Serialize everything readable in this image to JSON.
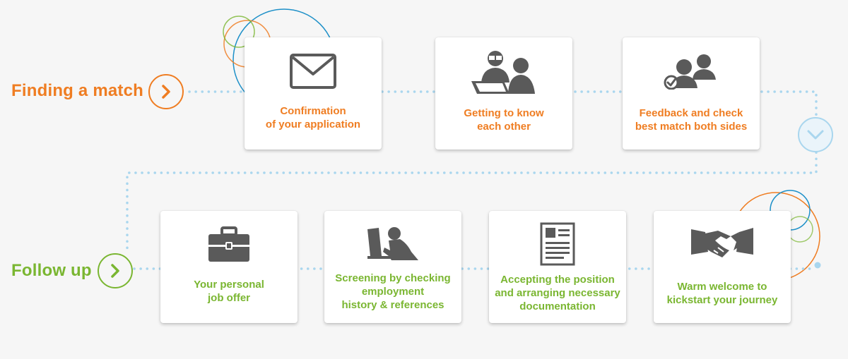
{
  "colors": {
    "orange": "#ef7d22",
    "green": "#7ab631",
    "dots": "#a9d6ee",
    "icon": "#5a5a5a"
  },
  "stages": [
    {
      "title": "Finding a match",
      "color": "orange",
      "steps": [
        {
          "icon": "envelope-icon",
          "label": "Confirmation\nof your application"
        },
        {
          "icon": "interview-icon",
          "label": "Getting to know\neach other"
        },
        {
          "icon": "people-check-icon",
          "label": "Feedback and check\nbest match both sides"
        }
      ]
    },
    {
      "title": "Follow up",
      "color": "green",
      "steps": [
        {
          "icon": "briefcase-icon",
          "label": "Your personal\njob offer"
        },
        {
          "icon": "person-laptop-icon",
          "label": "Screening by checking\nemployment\nhistory & references"
        },
        {
          "icon": "document-icon",
          "label": "Accepting the position\nand arranging necessary\ndocumentation"
        },
        {
          "icon": "handshake-icon",
          "label": "Warm welcome to\nkickstart your journey"
        }
      ]
    }
  ]
}
